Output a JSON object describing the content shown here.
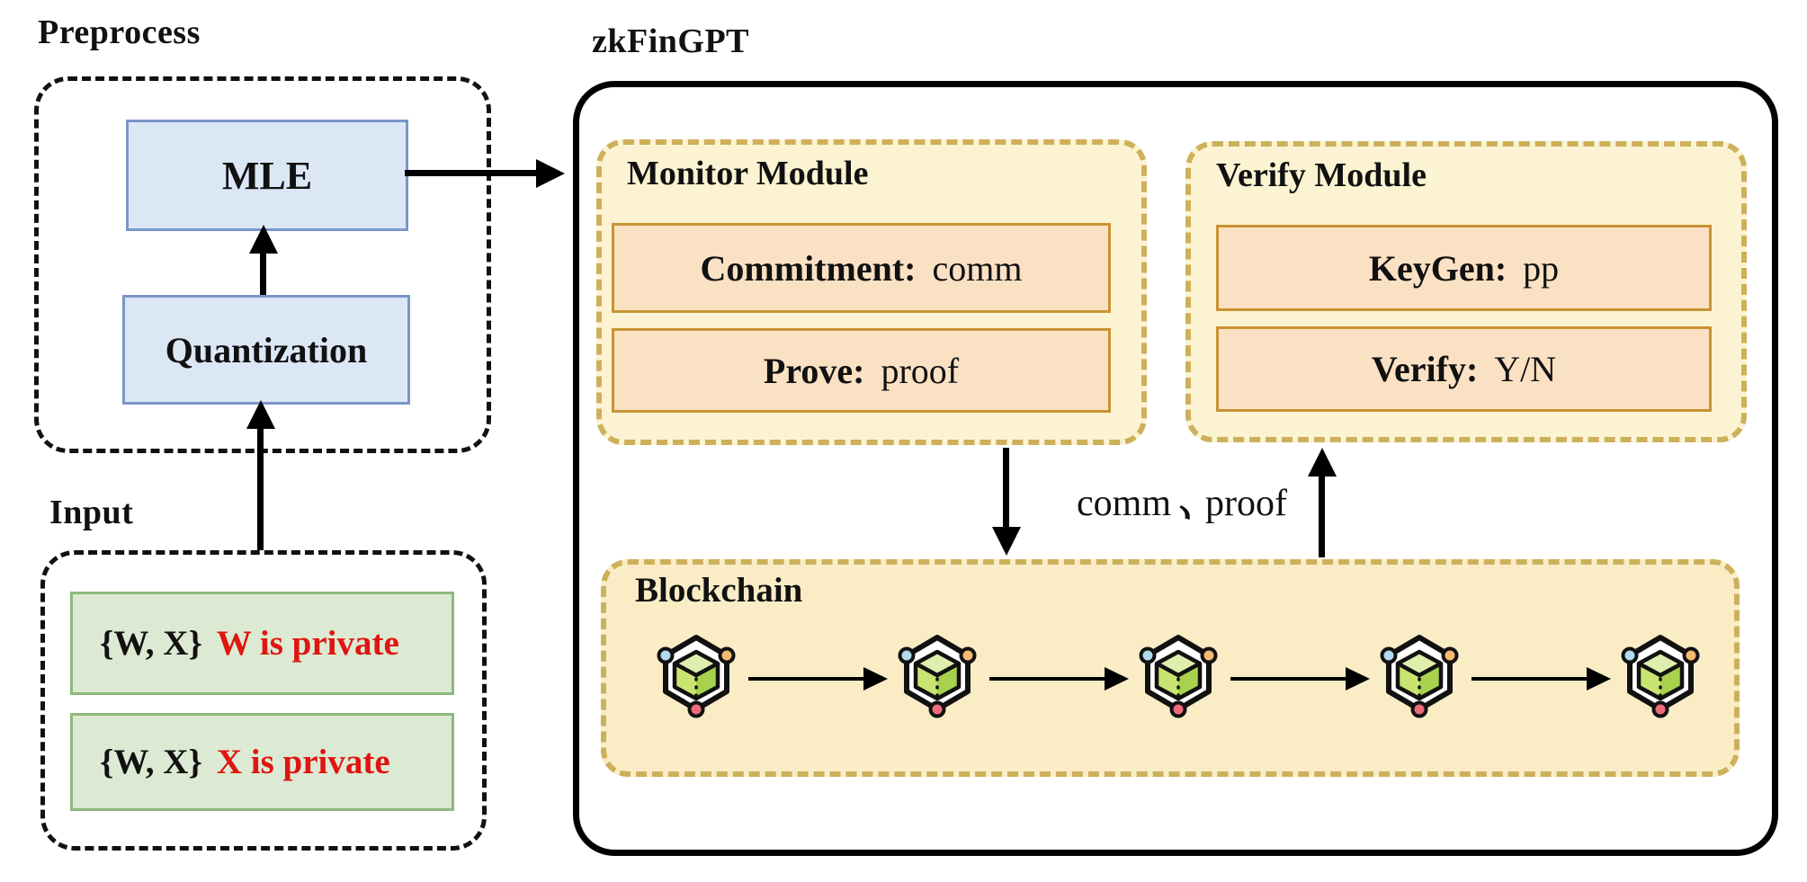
{
  "preprocess": {
    "label": "Preprocess",
    "mle_label": "MLE",
    "quantization_label": "Quantization"
  },
  "input": {
    "label": "Input",
    "rows": [
      {
        "tuple": "{W, X}",
        "note": "W is private"
      },
      {
        "tuple": "{W, X}",
        "note": "X is private"
      }
    ]
  },
  "zkfingpt": {
    "label": "zkFinGPT",
    "monitor_module": {
      "title": "Monitor Module",
      "boxes": [
        {
          "label": "Commitment:",
          "value": "comm"
        },
        {
          "label": "Prove:",
          "value": "proof"
        }
      ]
    },
    "verify_module": {
      "title": "Verify Module",
      "boxes": [
        {
          "label": "KeyGen:",
          "value": "pp"
        },
        {
          "label": "Verify:",
          "value": "Y/N"
        }
      ]
    },
    "flow_label": {
      "left": "comm",
      "separator": "、",
      "right": "proof"
    },
    "blockchain": {
      "title": "Blockchain",
      "block_count": 5,
      "block_icon": "cube-in-hexagon"
    }
  },
  "colors": {
    "process_box_fill": "#DCE7F6",
    "process_box_border": "#7B96C9",
    "input_row_fill": "#DDEAD3",
    "input_row_border": "#8CB87C",
    "private_text_red": "#DF1512",
    "module_fill": "#FCF3D2",
    "module_dash_border": "#CDB05A",
    "inner_box_fill": "#FBE1C4",
    "inner_box_border": "#C79432",
    "blockchain_fill": "#FAEDC6",
    "cube_top": "#DFEDAD",
    "cube_left": "#C9E470",
    "cube_right": "#A8D24D",
    "dot_blue": "#B0DBEC",
    "dot_orange": "#F6BA70",
    "dot_red": "#EE6B7B"
  }
}
